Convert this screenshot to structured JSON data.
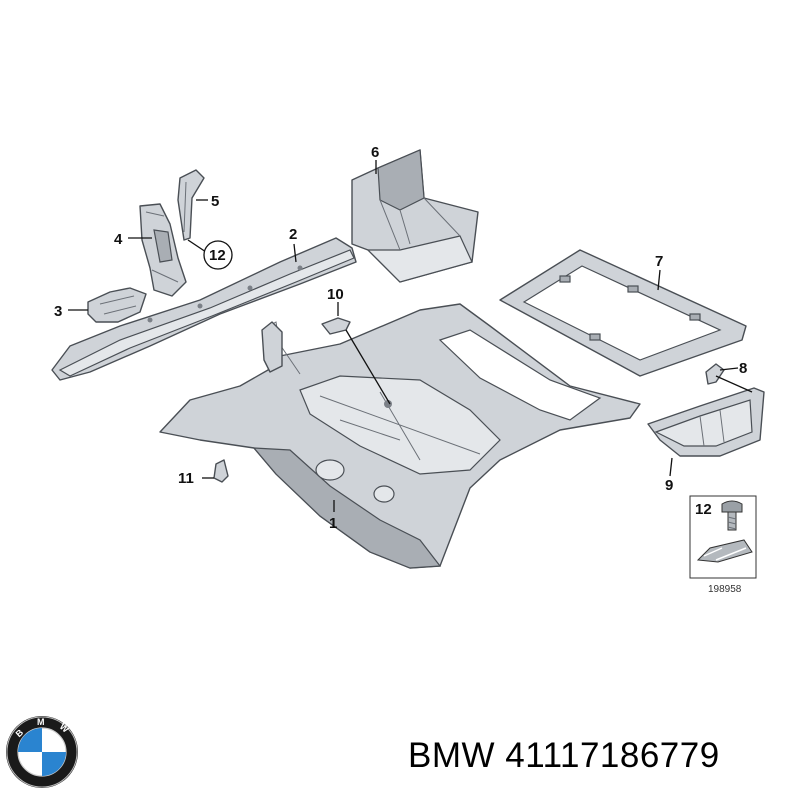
{
  "callouts": {
    "c1": "1",
    "c2": "2",
    "c3": "3",
    "c4": "4",
    "c5": "5",
    "c6": "6",
    "c7": "7",
    "c8": "8",
    "c9": "9",
    "c10": "10",
    "c11": "11",
    "c12": "12",
    "legend12": "12"
  },
  "reference_number": "198958",
  "footer": {
    "brand": "BMW",
    "part_number": "41117186779"
  },
  "logo": {
    "letters": "BMW",
    "colors": {
      "blue": "#2a84d0",
      "white": "#ffffff",
      "ring": "#1a1a1a"
    }
  }
}
